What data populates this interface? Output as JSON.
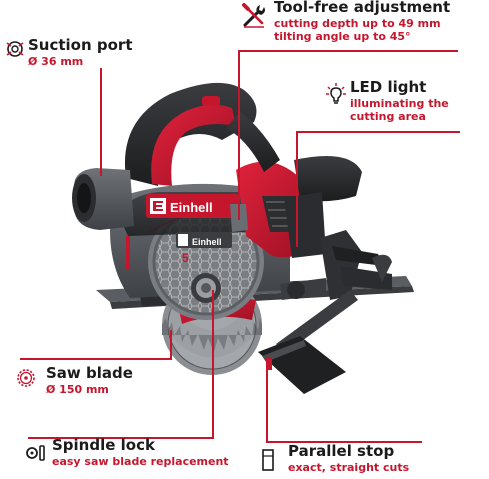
{
  "colors": {
    "accent": "#c5162e",
    "text": "#1b1b1b"
  },
  "product": {
    "brand_logo_text": "Einhell",
    "brand_logo_text_small": "Einhell"
  },
  "callouts": {
    "suction_port": {
      "title": "Suction port",
      "detail": "Ø 36 mm",
      "icon": "suction-port-icon"
    },
    "tool_free": {
      "title": "Tool-free adjustment",
      "detail_1": "cutting depth up to 49 mm",
      "detail_2": "tilting angle up to 45°",
      "icon": "wrench-screwdriver-icon"
    },
    "led_light": {
      "title": "LED light",
      "detail_1": "illuminating the",
      "detail_2": "cutting area",
      "icon": "led-bulb-icon"
    },
    "saw_blade": {
      "title": "Saw blade",
      "detail": "Ø 150 mm",
      "icon": "saw-blade-icon"
    },
    "spindle_lock": {
      "title": "Spindle lock",
      "detail": "easy saw blade replacement",
      "icon": "spindle-lock-icon"
    },
    "parallel_stop": {
      "title": "Parallel stop",
      "detail": "exact, straight cuts",
      "icon": "parallel-stop-icon"
    }
  }
}
